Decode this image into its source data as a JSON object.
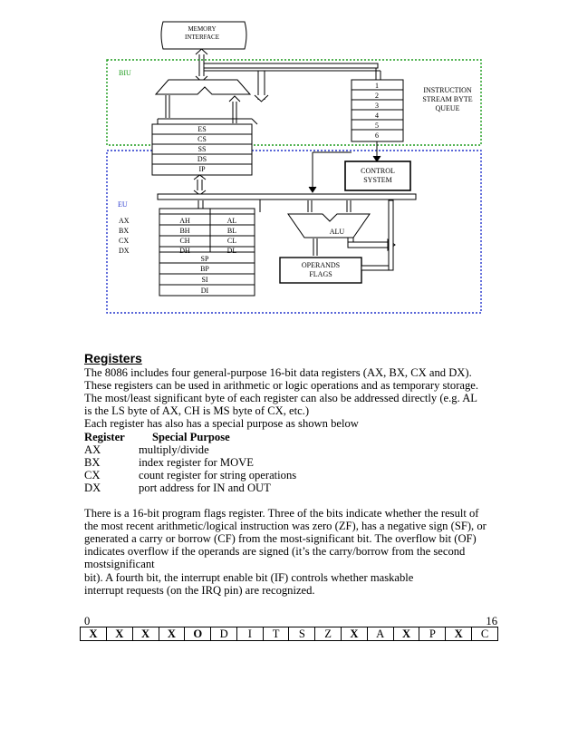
{
  "diagram": {
    "memory_interface": [
      "MEMORY",
      "INTERFACE"
    ],
    "biu_label": "BIU",
    "eu_label": "EU",
    "queue_numbers": [
      "1",
      "2",
      "3",
      "4",
      "5",
      "6"
    ],
    "queue_label": [
      "INSTRUCTION",
      "STREAM BYTE",
      "QUEUE"
    ],
    "segment_registers": [
      "ES",
      "CS",
      "SS",
      "DS",
      "IP"
    ],
    "control_system": [
      "CONTROL",
      "SYSTEM"
    ],
    "register_names": [
      "AX",
      "BX",
      "CX",
      "DX"
    ],
    "high_bytes": [
      "AH",
      "BH",
      "CH",
      "DH"
    ],
    "low_bytes": [
      "AL",
      "BL",
      "CL",
      "DL"
    ],
    "pointer_registers": [
      "SP",
      "BP",
      "SI",
      "DI"
    ],
    "alu_label": "ALU",
    "operands_flags": [
      "OPERANDS",
      "FLAGS"
    ],
    "colors": {
      "biu_border": "#1a9a1a",
      "eu_border": "#2233cc"
    }
  },
  "section": {
    "heading": "Registers",
    "intro_lines": [
      "The 8086 includes four general-purpose 16-bit data registers (AX, BX, CX and DX).",
      "These registers can be used in arithmetic or logic operations and as temporary storage.",
      "The most/least significant byte of each register can also be addressed directly (e.g. AL",
      "is the LS byte of AX, CH is MS byte of CX, etc.)",
      "Each register has also has a special purpose as shown below"
    ],
    "table_header": {
      "register": "Register",
      "purpose": "Special Purpose"
    },
    "table_rows": [
      {
        "register": "AX",
        "purpose": "multiply/divide"
      },
      {
        "register": "BX",
        "purpose": "index register for MOVE"
      },
      {
        "register": "CX",
        "purpose": "count register for string operations"
      },
      {
        "register": "DX",
        "purpose": "port address for IN and OUT"
      }
    ],
    "flags_lines": [
      "There is a 16-bit program flags register. Three of the bits indicate whether the result of",
      "the most recent arithmetic/logical instruction was zero (ZF), has a negative sign (SF), or",
      "generated a carry or borrow (CF) from the most-significant bit. The overflow bit (OF)",
      "indicates overflow if the operands are signed (it’s the carry/borrow from the second",
      "mostsignificant",
      "bit). A fourth bit, the interrupt enable bit (IF) controls whether maskable",
      "interrupt requests (on the IRQ pin) are recognized."
    ]
  },
  "flags_register": {
    "bit_start_label": "0",
    "bit_end_label": "16",
    "bits": [
      {
        "label": "X",
        "bold": true
      },
      {
        "label": "X",
        "bold": true
      },
      {
        "label": "X",
        "bold": true
      },
      {
        "label": "X",
        "bold": true
      },
      {
        "label": "O",
        "bold": true
      },
      {
        "label": "D",
        "bold": false
      },
      {
        "label": "I",
        "bold": false
      },
      {
        "label": "T",
        "bold": false
      },
      {
        "label": "S",
        "bold": false
      },
      {
        "label": "Z",
        "bold": false
      },
      {
        "label": "X",
        "bold": true
      },
      {
        "label": "A",
        "bold": false
      },
      {
        "label": "X",
        "bold": true
      },
      {
        "label": "P",
        "bold": false
      },
      {
        "label": "X",
        "bold": true
      },
      {
        "label": "C",
        "bold": false
      }
    ]
  }
}
